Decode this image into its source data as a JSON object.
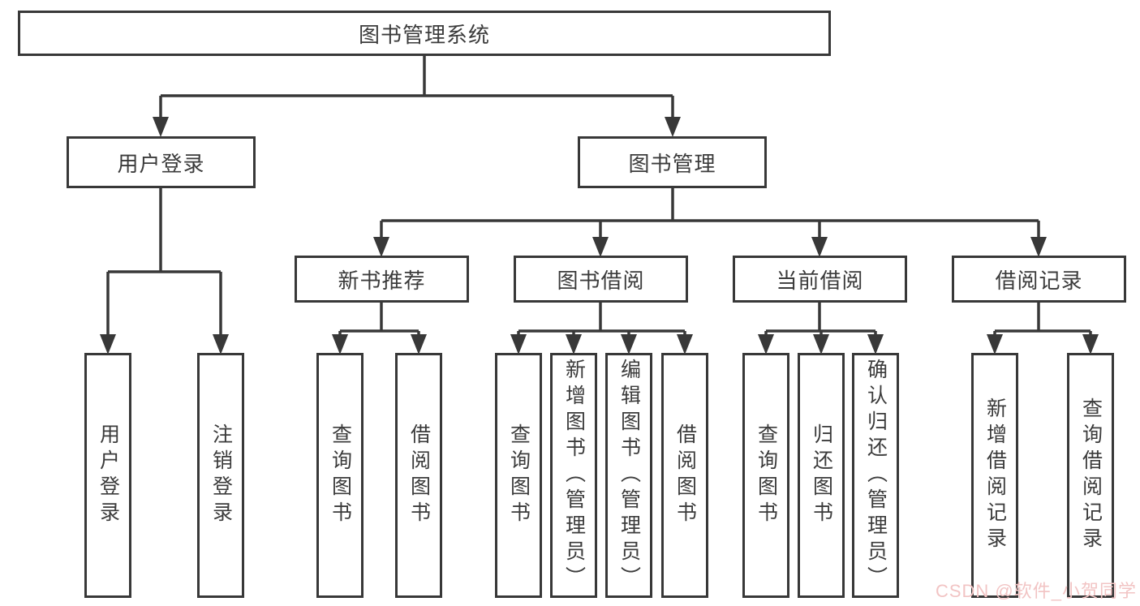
{
  "diagram": {
    "root": {
      "label": "图书管理系统"
    },
    "level2": [
      {
        "label": "用户登录",
        "children": [
          {
            "label": "用户登录"
          },
          {
            "label": "注销登录"
          }
        ]
      },
      {
        "label": "图书管理",
        "children": [
          {
            "label": "新书推荐",
            "children": [
              {
                "label": "查询图书"
              },
              {
                "label": "借阅图书"
              }
            ]
          },
          {
            "label": "图书借阅",
            "children": [
              {
                "label": "查询图书"
              },
              {
                "label": "新增图书（管理员）"
              },
              {
                "label": "编辑图书（管理员）"
              },
              {
                "label": "借阅图书"
              }
            ]
          },
          {
            "label": "当前借阅",
            "children": [
              {
                "label": "查询图书"
              },
              {
                "label": "归还图书"
              },
              {
                "label": "确认归还（管理员）"
              }
            ]
          },
          {
            "label": "借阅记录",
            "children": [
              {
                "label": "新增借阅记录"
              },
              {
                "label": "查询借阅记录"
              }
            ]
          }
        ]
      }
    ]
  },
  "watermark": {
    "text": "CSDN @软件_小贺同学",
    "color": "#f2c4c4"
  },
  "style": {
    "line_color": "#383838",
    "text_color": "#3b3b3b",
    "box_bg": "#ffffff"
  }
}
